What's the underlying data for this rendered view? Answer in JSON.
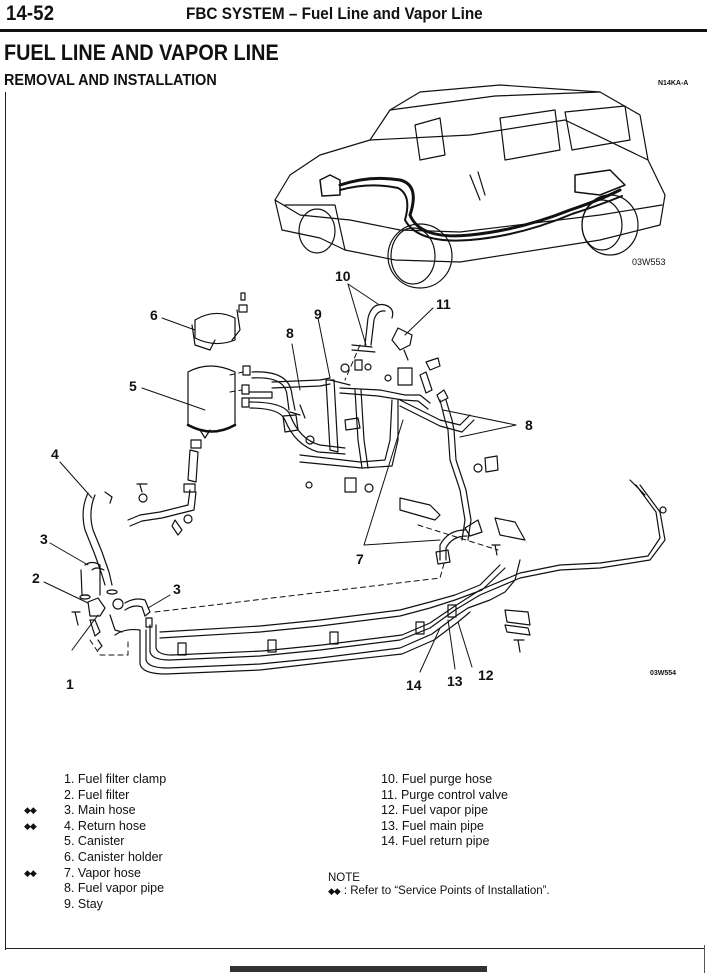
{
  "header": {
    "page_number": "14-52",
    "title": "FBC SYSTEM – Fuel Line and Vapor Line"
  },
  "section": {
    "title": "FUEL LINE AND VAPOR LINE",
    "subtitle": "REMOVAL AND INSTALLATION",
    "ref_code": "N14KA-A"
  },
  "figures": {
    "vehicle_overview_code": "03W553",
    "exploded_view_code": "03W554"
  },
  "callouts": [
    "1",
    "2",
    "3",
    "3",
    "4",
    "5",
    "6",
    "7",
    "8",
    "8",
    "9",
    "10",
    "11",
    "12",
    "13",
    "14"
  ],
  "parts_left": [
    {
      "num": "1.",
      "name": "Fuel filter clamp",
      "service_mark": false
    },
    {
      "num": "2.",
      "name": "Fuel filter",
      "service_mark": false
    },
    {
      "num": "3.",
      "name": "Main hose",
      "service_mark": true
    },
    {
      "num": "4.",
      "name": "Return hose",
      "service_mark": true
    },
    {
      "num": "5.",
      "name": "Canister",
      "service_mark": false
    },
    {
      "num": "6.",
      "name": "Canister holder",
      "service_mark": false
    },
    {
      "num": "7.",
      "name": "Vapor hose",
      "service_mark": true
    },
    {
      "num": "8.",
      "name": "Fuel vapor pipe",
      "service_mark": false
    },
    {
      "num": "9.",
      "name": "Stay",
      "service_mark": false
    }
  ],
  "parts_right": [
    {
      "num": "10.",
      "name": "Fuel purge hose"
    },
    {
      "num": "11.",
      "name": "Purge control valve"
    },
    {
      "num": "12.",
      "name": "Fuel vapor pipe"
    },
    {
      "num": "13.",
      "name": "Fuel main pipe"
    },
    {
      "num": "14.",
      "name": "Fuel return pipe"
    }
  ],
  "service_mark_symbol": "◆◆",
  "note": {
    "label": "NOTE",
    "symbol": "◆◆",
    "text": ": Refer to “Service Points of Installation”."
  }
}
